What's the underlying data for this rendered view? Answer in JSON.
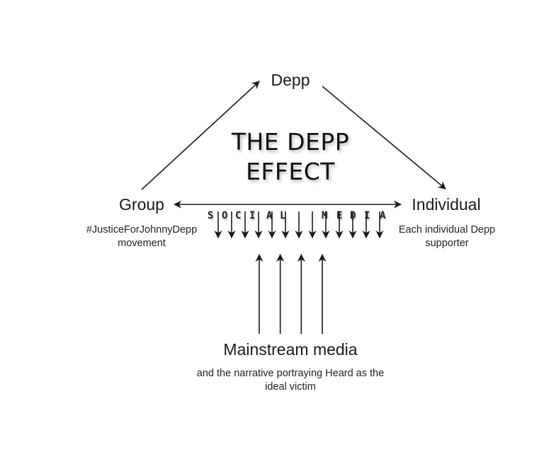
{
  "diagram": {
    "title_line1": "THE DEPP",
    "title_line2": "EFFECT",
    "nodes": {
      "top": {
        "label": "Depp"
      },
      "left": {
        "label": "Group",
        "description_line1": "#JusticeForJohnnyDepp",
        "description_line2": "movement"
      },
      "right": {
        "label": "Individual",
        "description_line1": "Each individual Depp",
        "description_line2": "supporter"
      },
      "bottom": {
        "label": "Mainstream media",
        "description_line1": "and the narrative portraying Heard as the",
        "description_line2": "ideal victim"
      }
    },
    "social_media_letters": [
      "S",
      "O",
      "C",
      "I",
      "A",
      "L",
      "M",
      "E",
      "D",
      "I",
      "A"
    ],
    "social_media_label": "SOCIAL MEDIA",
    "edges": [
      {
        "from": "Group",
        "to": "Depp",
        "type": "arrow"
      },
      {
        "from": "Depp",
        "to": "Individual",
        "type": "arrow"
      },
      {
        "from": "Group",
        "to": "Individual",
        "type": "bidirectional-arrow"
      },
      {
        "from": "Social media",
        "to": "Group-Individual axis",
        "type": "downward-arrows",
        "count": 13
      },
      {
        "from": "Mainstream media",
        "to": "Social media",
        "type": "upward-arrows",
        "count": 4
      }
    ],
    "colors": {
      "line": "#1a1a1a",
      "background": "#ffffff"
    }
  }
}
